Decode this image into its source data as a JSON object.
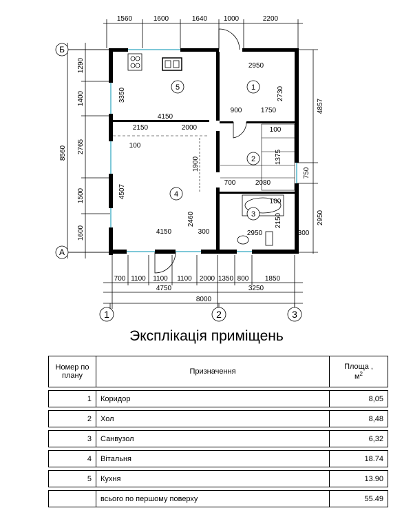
{
  "plan": {
    "top_dims": [
      "1560",
      "1600",
      "1640",
      "1000",
      "2200"
    ],
    "bottom_dims_row1": [
      "700",
      "1100",
      "1100",
      "1100",
      "2000",
      "1350",
      "800",
      "1850"
    ],
    "bottom_dims_row2": [
      "4750",
      "3250"
    ],
    "bottom_total": "8000",
    "left_dims_outer": [
      "1290",
      "1400",
      "2765",
      "1500",
      "1600"
    ],
    "left_total": "8560",
    "right_dims": [
      "4857",
      "750",
      "2950"
    ],
    "axis_rows": [
      "Б",
      "А"
    ],
    "axis_cols": [
      "1",
      "2",
      "3"
    ],
    "room_numbers": [
      "1",
      "2",
      "3",
      "4",
      "5"
    ],
    "inner_dims": {
      "d2950_top": "2950",
      "d2730": "2730",
      "d3350": "3350",
      "d900": "900",
      "d1750": "1750",
      "d4150_upper": "4150",
      "d2150": "2150",
      "d2000": "2000",
      "d100_a": "100",
      "d100_b": "100",
      "d1900": "1900",
      "d1375": "1375",
      "d700": "700",
      "d2080": "2080",
      "d100_c": "100",
      "d4507": "4507",
      "d2460": "2460",
      "d2150_v": "2150",
      "d4150_lower": "4150",
      "d300_a": "300",
      "d2950_bottom": "2950",
      "d300_b": "300"
    }
  },
  "explication": {
    "title": "Экспліка­ція приміщень",
    "header": {
      "num": "Номер по плану",
      "purpose": "Призначення",
      "area": "Площа ,",
      "area_unit": "м",
      "area_sup": "2"
    },
    "rows": [
      {
        "num": "1",
        "name": "Коридор",
        "area": "8,05"
      },
      {
        "num": "2",
        "name": "Хол",
        "area": "8,48"
      },
      {
        "num": "3",
        "name": "Санвузол",
        "area": "6,32"
      },
      {
        "num": "4",
        "name": "Вітальня",
        "area": "18.74"
      },
      {
        "num": "5",
        "name": "Кухня",
        "area": "13.90"
      }
    ],
    "total": {
      "name": "всього по першому поверху",
      "area": "55.49"
    }
  }
}
